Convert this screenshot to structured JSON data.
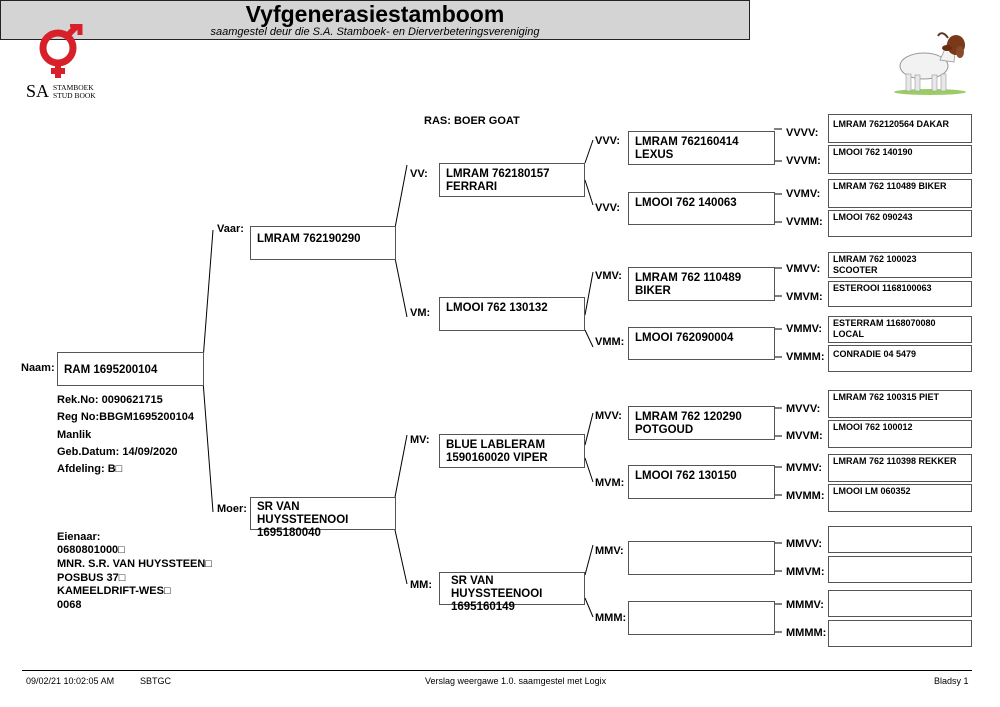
{
  "logo": {
    "sa": "SA",
    "line1": "STAMBOEK",
    "line2": "STUD BOOK"
  },
  "header": {
    "title": "Vyfgenerasiestamboom",
    "subtitle": "saamgestel deur die S.A. Stamboek- en Dierverbeteringsvereniging"
  },
  "breed": "RAS: BOER GOAT",
  "animal": {
    "name_label": "Naam:",
    "name": "RAM 1695200104",
    "details": [
      "Rek.No: 0090621715",
      "Reg No:BBGM1695200104",
      "Manlik",
      "Geb.Datum: 14/09/2020",
      "Afdeling: B□"
    ],
    "owner": [
      "Eienaar:",
      "0680801000□",
      "MNR. S.R. VAN HUYSSTEEN□",
      "POSBUS 37□",
      "KAMEELDRIFT-WES□",
      "0068"
    ]
  },
  "parents": {
    "sire_label": "Vaar:",
    "sire": "LMRAM 762190290",
    "dam_label": "Moer:",
    "dam": "SR VAN\nHUYSSTEENOOI\n1695180040"
  },
  "grandparents": {
    "VV_label": "VV:",
    "VV": "LMRAM 762180157\nFERRARI",
    "VM_label": "VM:",
    "VM": "LMOOI 762 130132",
    "MV_label": "MV:",
    "MV": "BLUE LABLERAM\n1590160020 VIPER",
    "MM_label": "MM:",
    "MM": "SR VAN\nHUYSSTEENOOI\n1695160149"
  },
  "gen3": {
    "VVV1_label": "VVV:",
    "VVV1": "LMRAM 762160414\nLEXUS",
    "VVV2_label": "VVV:",
    "VVV2": "LMOOI 762 140063",
    "VMV_label": "VMV:",
    "VMV": "LMRAM 762 110489\nBIKER",
    "VMM_label": "VMM:",
    "VMM": "LMOOI 762090004",
    "MVV_label": "MVV:",
    "MVV": "LMRAM 762 120290\nPOTGOUD",
    "MVM_label": "MVM:",
    "MVM": "LMOOI 762 130150",
    "MMV_label": "MMV:",
    "MMV": "",
    "MMM_label": "MMM:",
    "MMM": ""
  },
  "gen4": {
    "VVVV_label": "VVVV:",
    "VVVV": "LMRAM 762120564  DAKAR",
    "VVVM_label": "VVVM:",
    "VVVM": "LMOOI 762 140190",
    "VVMV_label": "VVMV:",
    "VVMV": "LMRAM 762 110489 BIKER",
    "VVMM_label": "VVMM:",
    "VVMM": "LMOOI 762 090243",
    "VMVV_label": "VMVV:",
    "VMVV": "LMRAM 762 100023\nSCOOTER",
    "VMVM_label": "VMVM:",
    "VMVM": "ESTEROOI 1168100063",
    "VMMV_label": "VMMV:",
    "VMMV": "ESTERRAM 1168070080\nLOCAL",
    "VMMM_label": "VMMM:",
    "VMMM": "CONRADIE 04 5479",
    "MVVV_label": "MVVV:",
    "MVVV": "LMRAM 762 100315 PIET",
    "MVVM_label": "MVVM:",
    "MVVM": "LMOOI 762 100012",
    "MVMV_label": "MVMV:",
    "MVMV": "LMRAM 762 110398 REKKER",
    "MVMM_label": "MVMM:",
    "MVMM": "LMOOI LM 060352",
    "MMVV_label": "MMVV:",
    "MMVV": "",
    "MMVM_label": "MMVM:",
    "MMVM": "",
    "MMMV_label": "MMMV:",
    "MMMV": "",
    "MMMM_label": "MMMM:",
    "MMMM": ""
  },
  "footer": {
    "timestamp": "09/02/21 10:02:05 AM",
    "code": "SBTGC",
    "version": "Verslag weergawe 1.0. saamgestel met Logix",
    "page": "Bladsy 1"
  },
  "colors": {
    "logo_red": "#d8202a",
    "title_bg": "#d4d4d4",
    "box_border": "#555555"
  }
}
